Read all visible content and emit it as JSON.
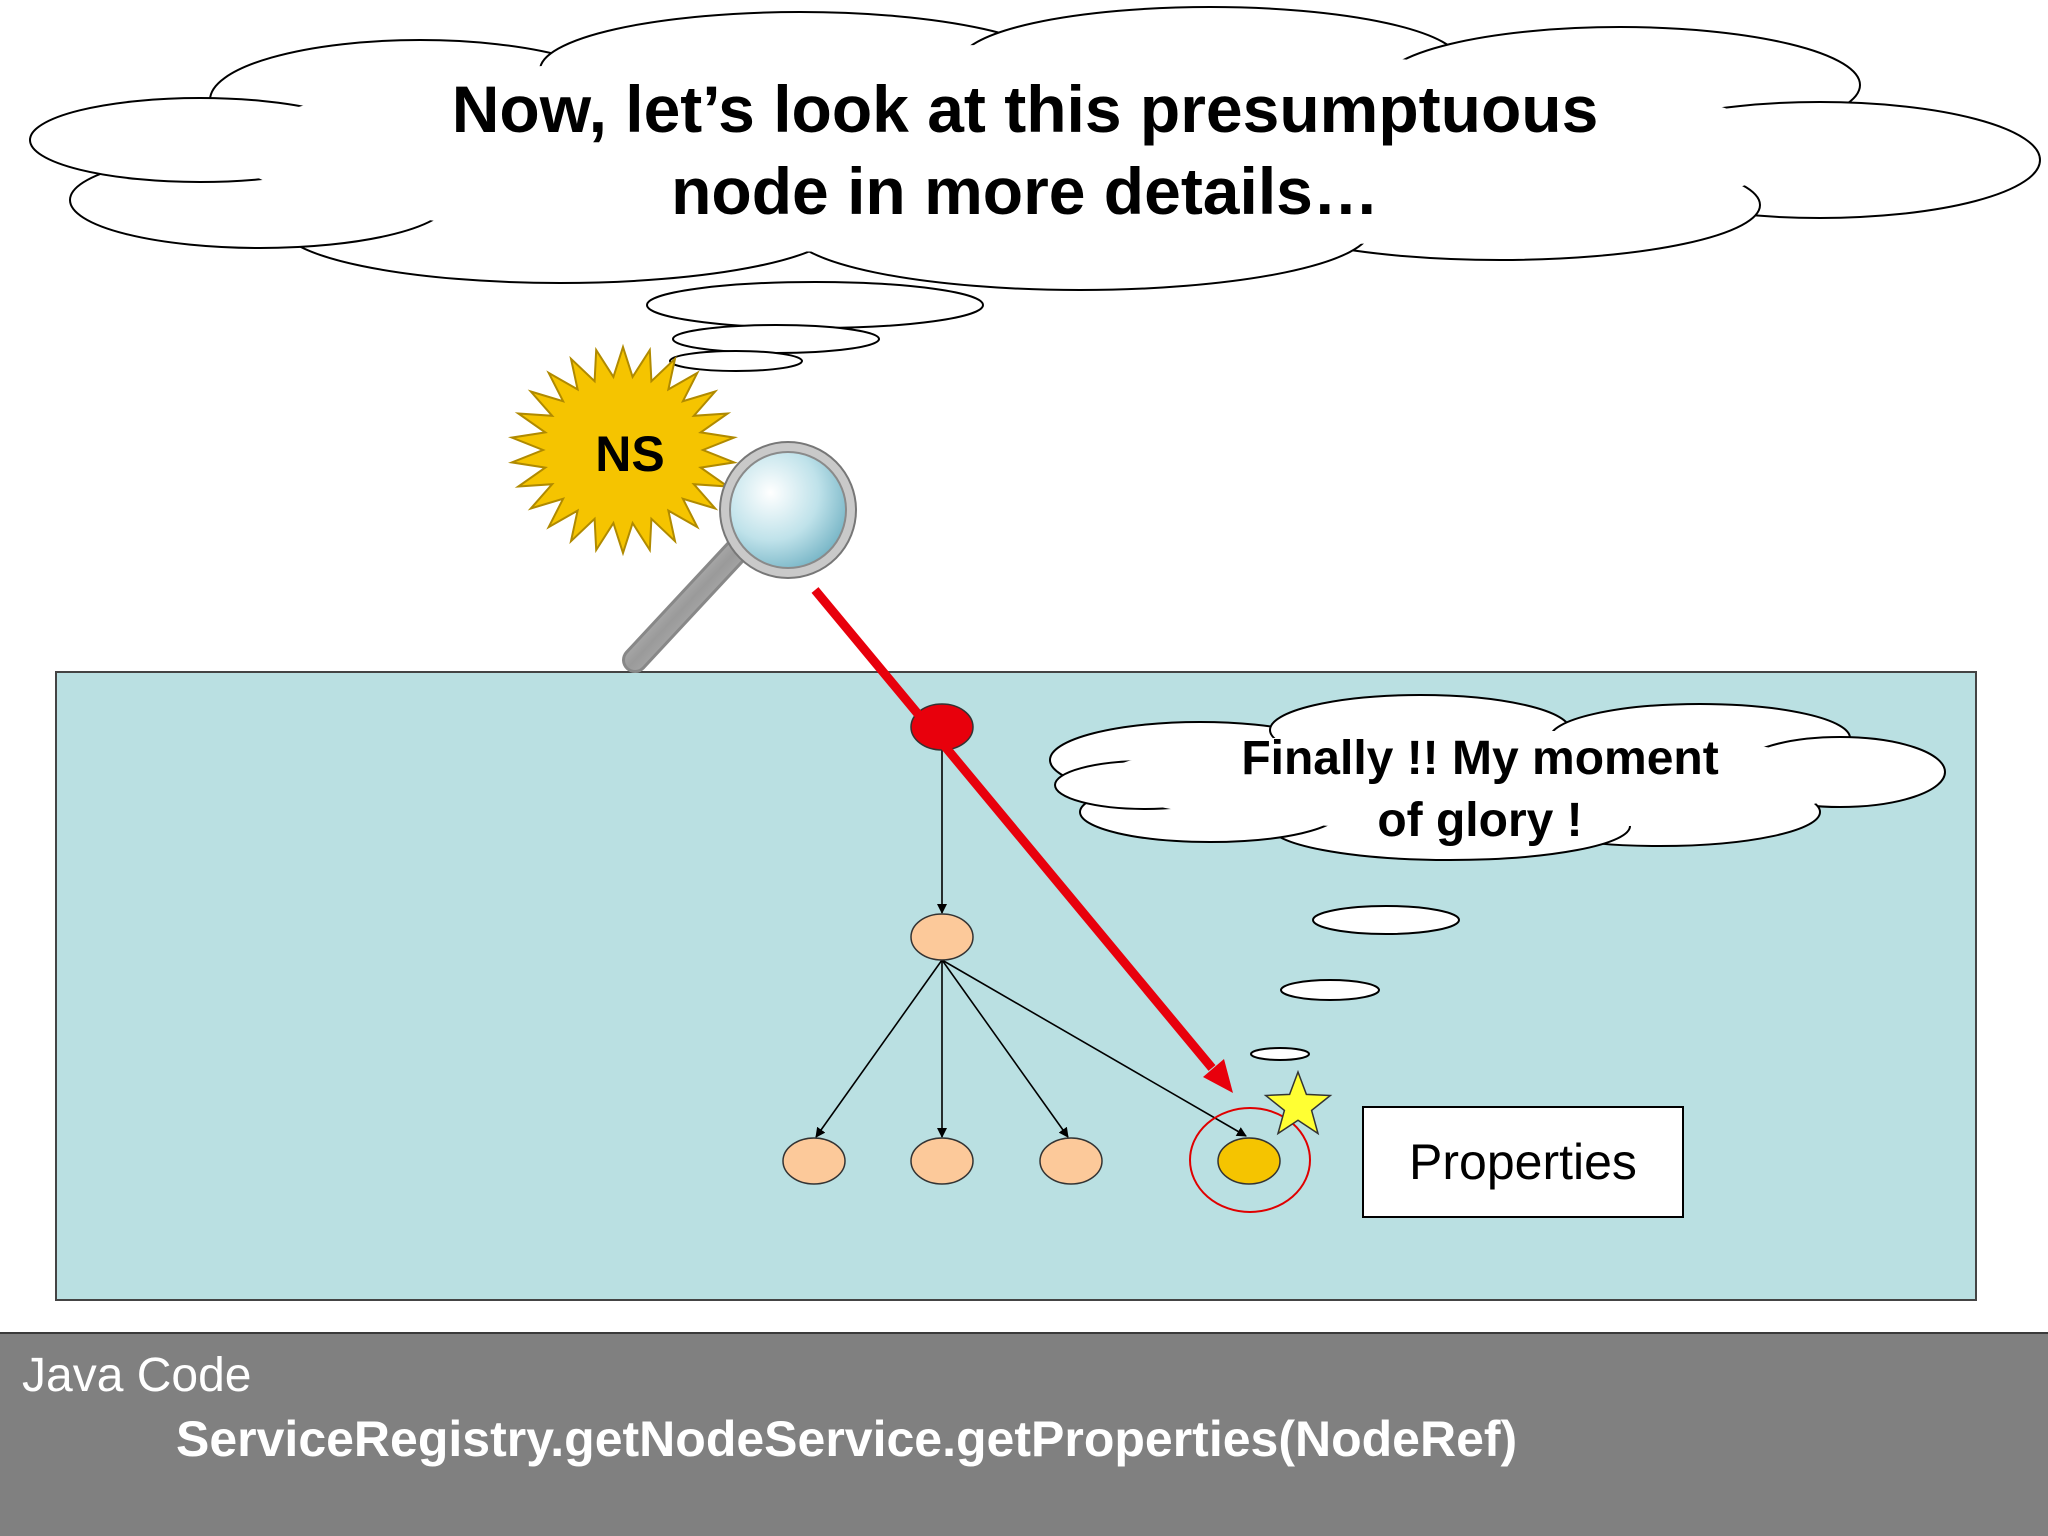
{
  "headline": {
    "line1": "Now, let’s look at this presumptuous",
    "line2": "node in more details…"
  },
  "burst": {
    "label": "NS",
    "color": "#f5c400"
  },
  "node_thought": {
    "line1": "Finally !! My moment",
    "line2": "of glory !"
  },
  "properties_label": "Properties",
  "code": {
    "label": "Java Code",
    "line": "ServiceRegistry.getNodeService.getProperties(NodeRef)"
  },
  "colors": {
    "panel": "#bae0e2",
    "root_node": "#e8000c",
    "child_node": "#fcc99a",
    "selected_node": "#f5c400",
    "pointer_arrow": "#e8000c",
    "star": "#ffff33",
    "code_bar": "#808080"
  },
  "icons": [
    "explosion-burst-icon",
    "magnifying-glass-icon",
    "star-icon"
  ]
}
